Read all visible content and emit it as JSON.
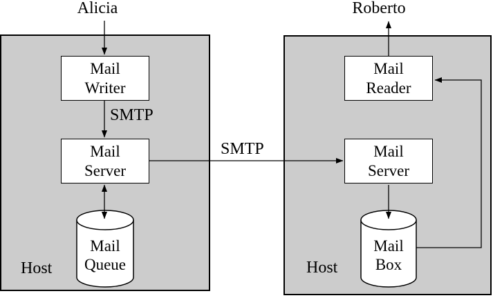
{
  "colors": {
    "host_fill": "#cccccc",
    "box_fill": "#ffffff",
    "line_color": "#000000",
    "background": "#ffffff"
  },
  "diagram": {
    "sender": "Alicia",
    "receiver": "Roberto",
    "smtp_left": "SMTP",
    "smtp_center": "SMTP",
    "left_host": {
      "label": "Host",
      "mail_writer": {
        "line1": "Mail",
        "line2": "Writer"
      },
      "mail_server": {
        "line1": "Mail",
        "line2": "Server"
      },
      "mail_queue": {
        "line1": "Mail",
        "line2": "Queue"
      }
    },
    "right_host": {
      "label": "Host",
      "mail_reader": {
        "line1": "Mail",
        "line2": "Reader"
      },
      "mail_server": {
        "line1": "Mail",
        "line2": "Server"
      },
      "mail_box": {
        "line1": "Mail",
        "line2": "Box"
      }
    }
  }
}
